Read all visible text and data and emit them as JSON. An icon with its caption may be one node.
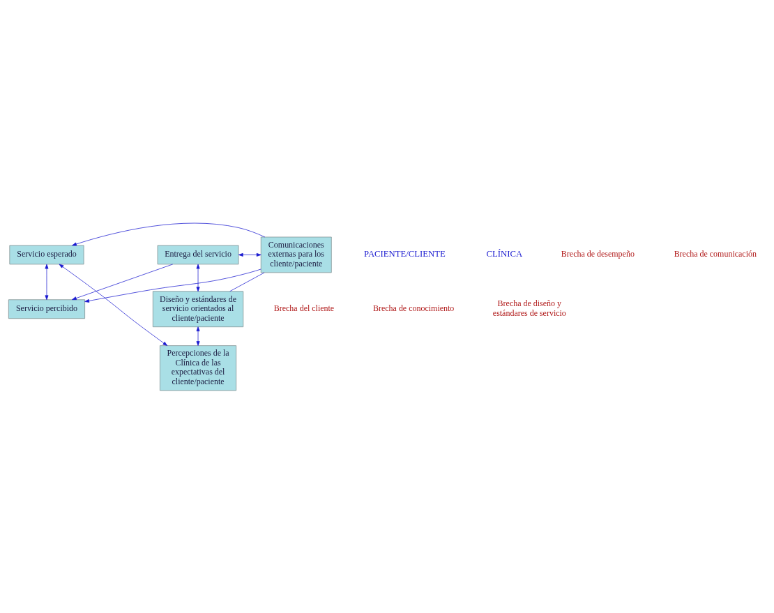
{
  "diagram": {
    "nodes": [
      {
        "text": [
          "Servicio esperado"
        ]
      },
      {
        "text": [
          "Servicio percibido"
        ]
      },
      {
        "text": [
          "Entrega del servicio"
        ]
      },
      {
        "text": [
          "Comunicaciones externas para los cliente/paciente"
        ]
      },
      {
        "text": [
          "Diseño y estándares de servicio orientados al cliente/paciente"
        ]
      },
      {
        "text": [
          "Percepciones de la Clínica de las expectativas del cliente/paciente"
        ]
      }
    ],
    "edges": [
      {
        "from": 0,
        "to": 1,
        "arrow": "both"
      },
      {
        "from": 2,
        "to": 1,
        "arrow": "to"
      },
      {
        "from": 2,
        "to": 3,
        "arrow": "both"
      },
      {
        "from": 2,
        "to": 4,
        "arrow": "both"
      },
      {
        "from": 4,
        "to": 5,
        "arrow": "both"
      },
      {
        "from": 3,
        "to": 0,
        "arrow": "to"
      },
      {
        "from": 3,
        "to": 1,
        "arrow": "to"
      },
      {
        "from": 4,
        "to": 3,
        "arrow": "none"
      },
      {
        "from": 5,
        "to": 0,
        "arrow": "both"
      }
    ],
    "labels": [
      "PACIENTE/CLIENTE",
      "Brecha del cliente",
      "CLÍNICA",
      "Brecha de desempeño",
      "Brecha de comunicación",
      "Brecha de conocimiento",
      "Brecha de diseño y estándares de servicio"
    ]
  }
}
